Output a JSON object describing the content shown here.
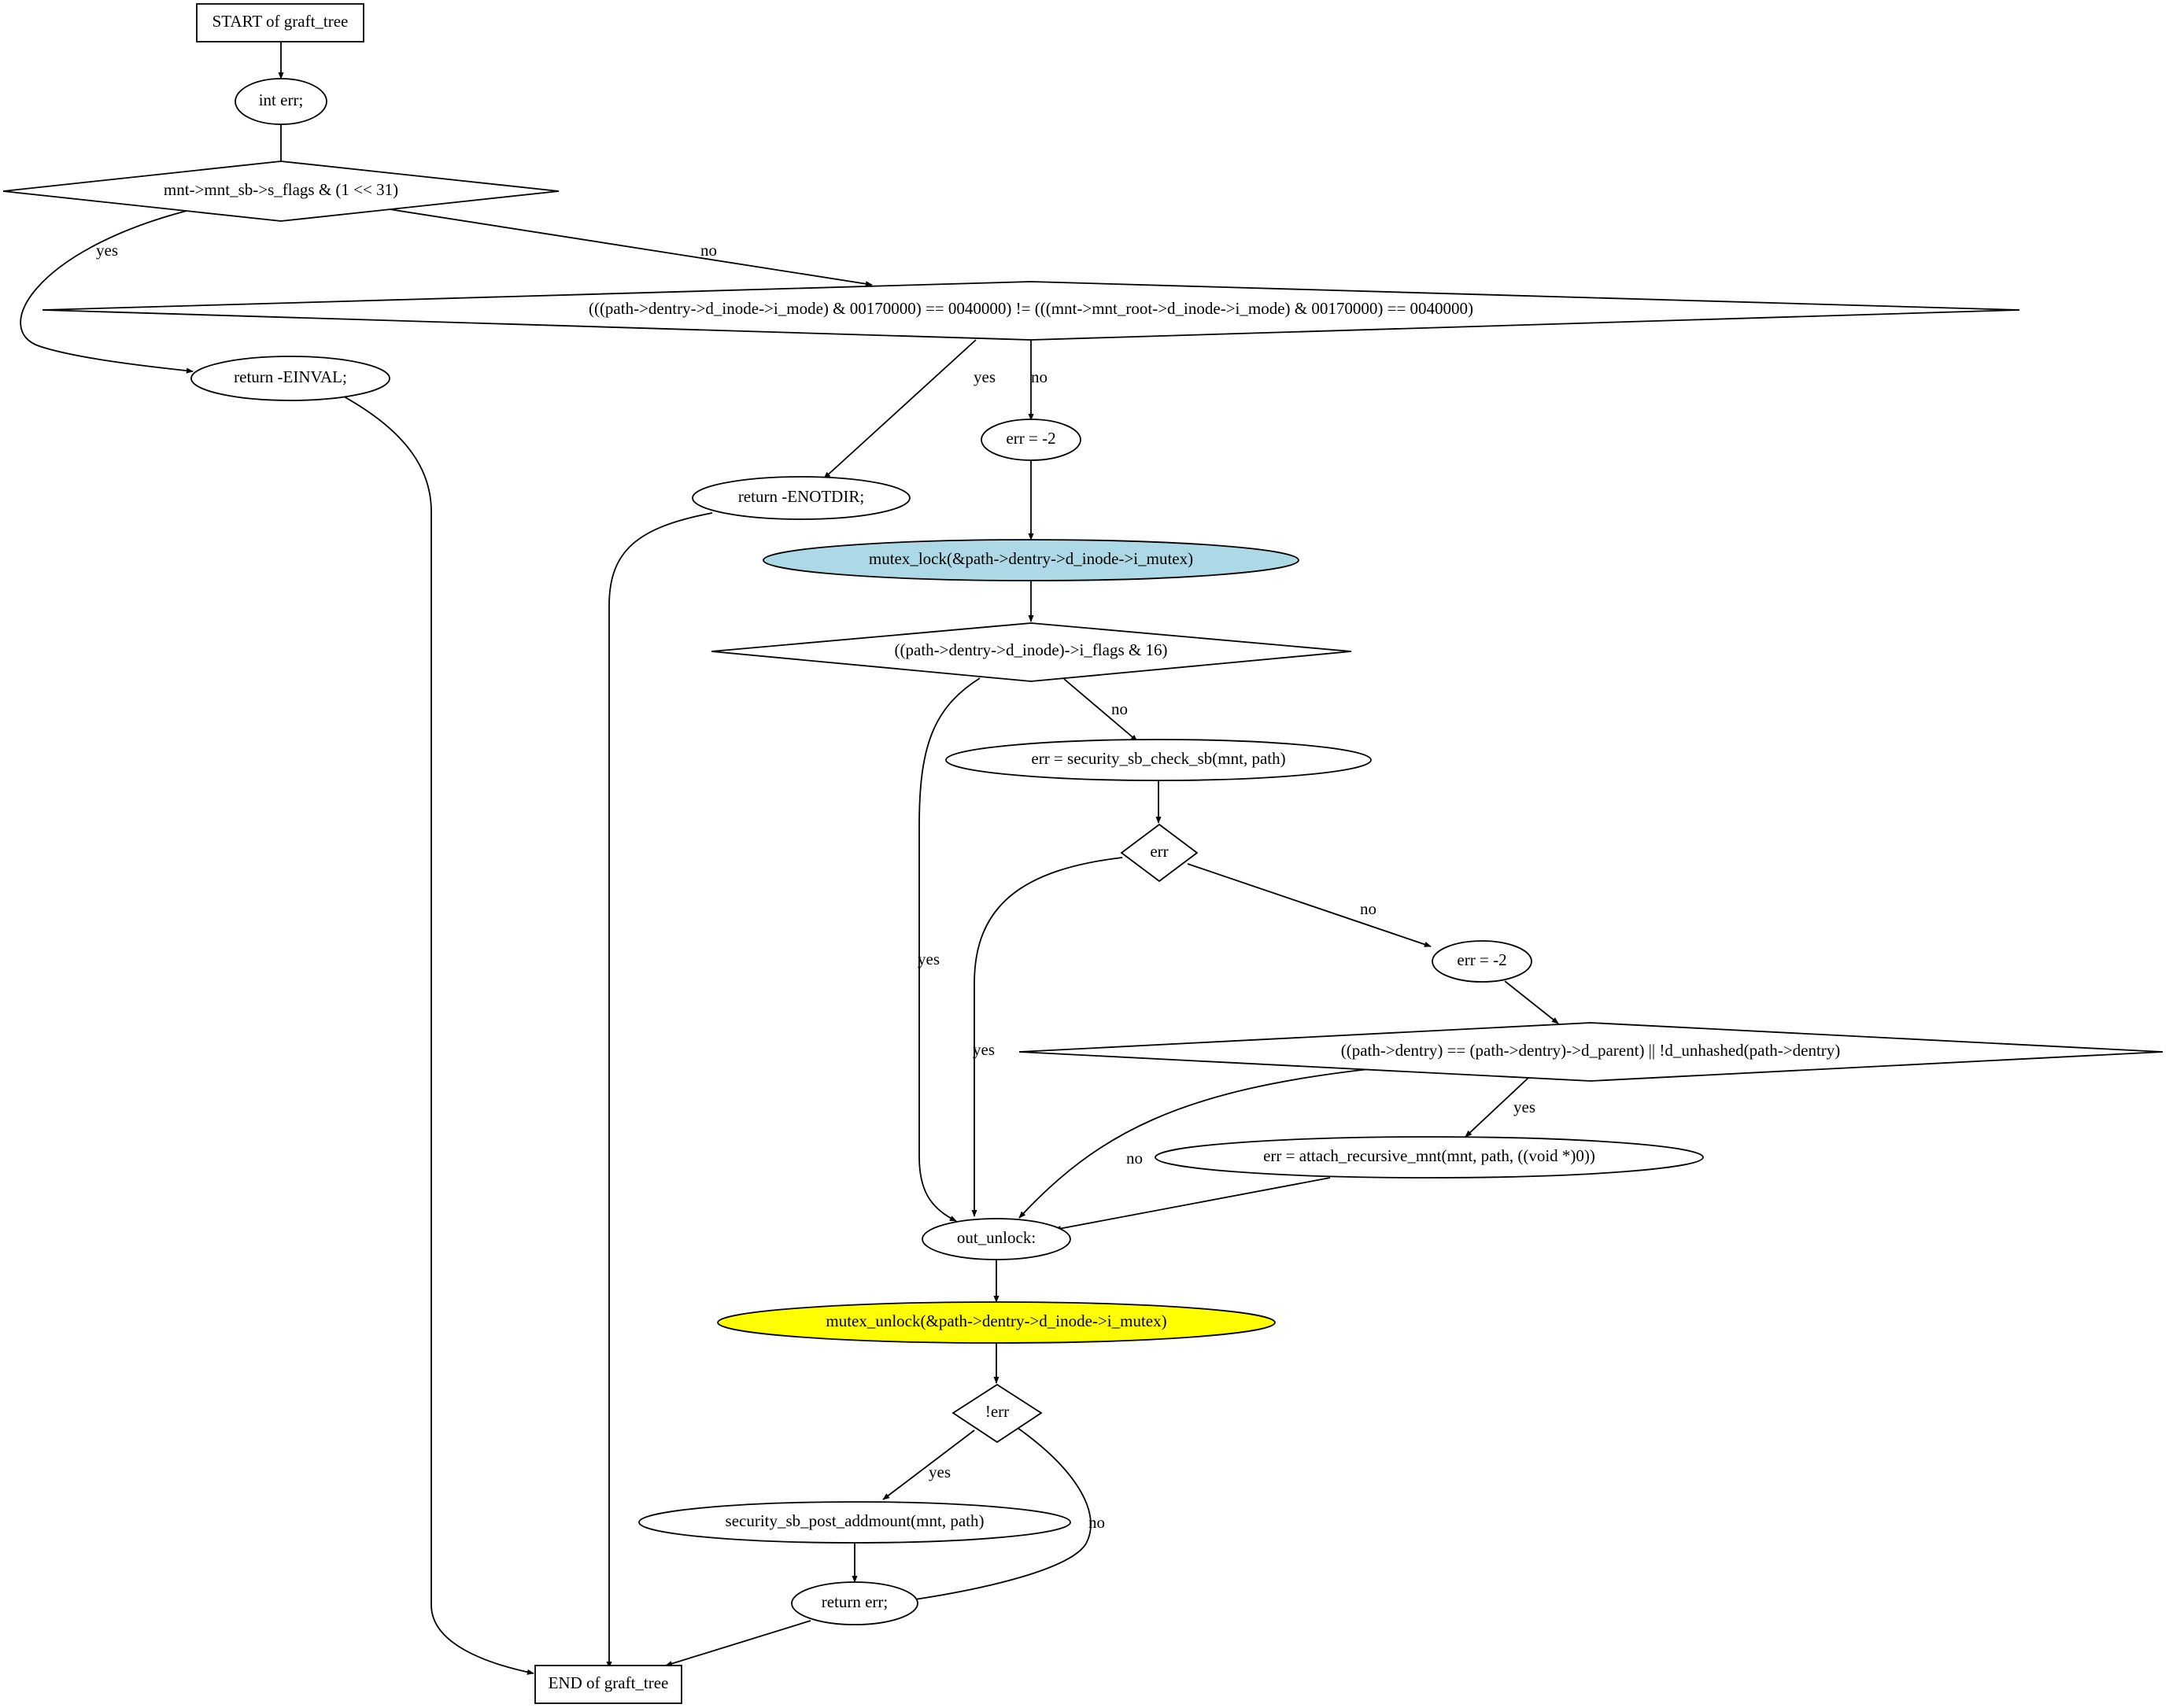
{
  "nodes": {
    "start": {
      "label": "START of graft_tree",
      "shape": "box"
    },
    "int_err": {
      "label": "int err;",
      "shape": "ellipse"
    },
    "check_flags": {
      "label": "mnt->mnt_sb->s_flags & (1 << 31)",
      "shape": "diamond"
    },
    "check_dir": {
      "label": "(((path->dentry->d_inode->i_mode) & 00170000) == 0040000) != (((mnt->mnt_root->d_inode->i_mode) & 00170000) == 0040000)",
      "shape": "diamond"
    },
    "return_einval": {
      "label": "return -EINVAL;",
      "shape": "ellipse"
    },
    "err_m2_a": {
      "label": "err = -2",
      "shape": "ellipse"
    },
    "return_enotdir": {
      "label": "return -ENOTDIR;",
      "shape": "ellipse"
    },
    "mutex_lock": {
      "label": "mutex_lock(&path->dentry->d_inode->i_mutex)",
      "shape": "ellipse",
      "fill": "#add8e6"
    },
    "check_iflags": {
      "label": "((path->dentry->d_inode)->i_flags & 16)",
      "shape": "diamond"
    },
    "security_check": {
      "label": "err = security_sb_check_sb(mnt, path)",
      "shape": "ellipse"
    },
    "check_err": {
      "label": "err",
      "shape": "diamond"
    },
    "err_m2_b": {
      "label": "err = -2",
      "shape": "ellipse"
    },
    "check_parent": {
      "label": "((path->dentry) == (path->dentry)->d_parent) || !d_unhashed(path->dentry)",
      "shape": "diamond"
    },
    "attach": {
      "label": "err = attach_recursive_mnt(mnt, path, ((void *)0))",
      "shape": "ellipse"
    },
    "out_unlock": {
      "label": "out_unlock:",
      "shape": "ellipse"
    },
    "mutex_unlock": {
      "label": "mutex_unlock(&path->dentry->d_inode->i_mutex)",
      "shape": "ellipse",
      "fill": "#ffff00"
    },
    "check_not_err": {
      "label": "!err",
      "shape": "diamond"
    },
    "post_addmount": {
      "label": "security_sb_post_addmount(mnt, path)",
      "shape": "ellipse"
    },
    "return_err": {
      "label": "return err;",
      "shape": "ellipse"
    },
    "end": {
      "label": "END of graft_tree",
      "shape": "box"
    }
  },
  "edges": [
    {
      "from": "start",
      "to": "int_err",
      "label": ""
    },
    {
      "from": "int_err",
      "to": "check_flags",
      "label": ""
    },
    {
      "from": "check_flags",
      "to": "return_einval",
      "label": "yes"
    },
    {
      "from": "check_flags",
      "to": "check_dir",
      "label": "no"
    },
    {
      "from": "check_dir",
      "to": "return_enotdir",
      "label": "yes"
    },
    {
      "from": "check_dir",
      "to": "err_m2_a",
      "label": "no"
    },
    {
      "from": "return_einval",
      "to": "end",
      "label": ""
    },
    {
      "from": "return_enotdir",
      "to": "end",
      "label": ""
    },
    {
      "from": "err_m2_a",
      "to": "mutex_lock",
      "label": ""
    },
    {
      "from": "mutex_lock",
      "to": "check_iflags",
      "label": ""
    },
    {
      "from": "check_iflags",
      "to": "out_unlock",
      "label": "yes"
    },
    {
      "from": "check_iflags",
      "to": "security_check",
      "label": "no"
    },
    {
      "from": "security_check",
      "to": "check_err",
      "label": ""
    },
    {
      "from": "check_err",
      "to": "out_unlock",
      "label": "yes"
    },
    {
      "from": "check_err",
      "to": "err_m2_b",
      "label": "no"
    },
    {
      "from": "err_m2_b",
      "to": "check_parent",
      "label": ""
    },
    {
      "from": "check_parent",
      "to": "out_unlock",
      "label": "no"
    },
    {
      "from": "check_parent",
      "to": "attach",
      "label": "yes"
    },
    {
      "from": "attach",
      "to": "out_unlock",
      "label": ""
    },
    {
      "from": "out_unlock",
      "to": "mutex_unlock",
      "label": ""
    },
    {
      "from": "mutex_unlock",
      "to": "check_not_err",
      "label": ""
    },
    {
      "from": "check_not_err",
      "to": "post_addmount",
      "label": "yes"
    },
    {
      "from": "check_not_err",
      "to": "return_err",
      "label": "no"
    },
    {
      "from": "post_addmount",
      "to": "return_err",
      "label": ""
    },
    {
      "from": "return_err",
      "to": "end",
      "label": ""
    }
  ]
}
